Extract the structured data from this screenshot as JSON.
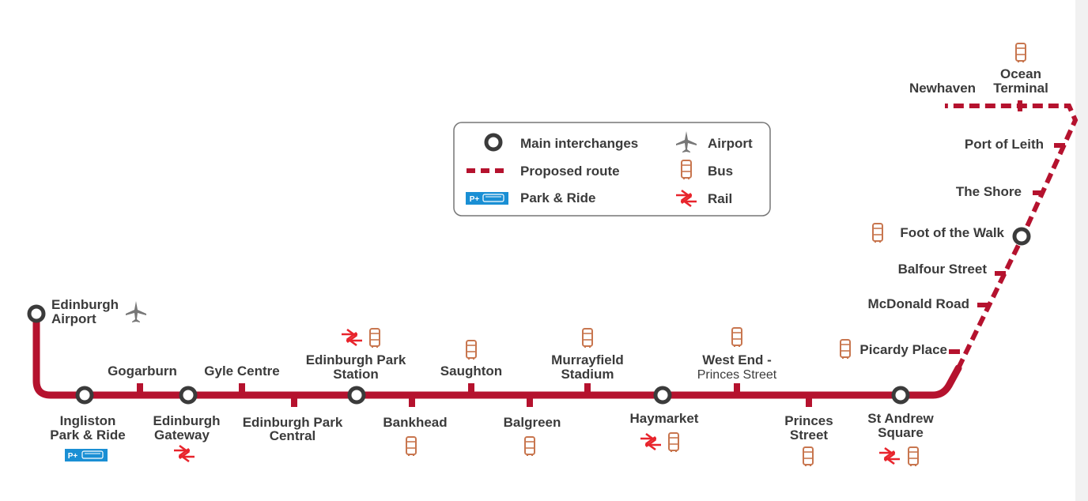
{
  "colors": {
    "line": "#b5122e",
    "bus": "#c8764f",
    "rail": "#e8242c",
    "park_ride": "#1a8fd4",
    "interchange": "#3b3b3b",
    "airport": "#6b6b6b"
  },
  "legend": {
    "main_interchanges": "Main interchanges",
    "proposed_route": "Proposed route",
    "park_ride": "Park & Ride",
    "airport": "Airport",
    "bus": "Bus",
    "rail": "Rail"
  },
  "park_ride_badge": "P+",
  "stops": {
    "edinburgh_airport": [
      "Edinburgh",
      "Airport"
    ],
    "ingliston": [
      "Ingliston",
      "Park & Ride"
    ],
    "gogarburn": "Gogarburn",
    "edinburgh_gateway": [
      "Edinburgh",
      "Gateway"
    ],
    "gyle_centre": "Gyle Centre",
    "edinburgh_park_central": [
      "Edinburgh Park",
      "Central"
    ],
    "edinburgh_park_station": [
      "Edinburgh Park",
      "Station"
    ],
    "bankhead": "Bankhead",
    "saughton": "Saughton",
    "balgreen": "Balgreen",
    "murrayfield": [
      "Murrayfield",
      "Stadium"
    ],
    "haymarket": "Haymarket",
    "west_end": [
      "West End -",
      "Princes Street"
    ],
    "princes_street": [
      "Princes",
      "Street"
    ],
    "st_andrew_square": [
      "St Andrew",
      "Square"
    ],
    "picardy_place": "Picardy Place",
    "mcdonald_road": "McDonald Road",
    "balfour_street": "Balfour Street",
    "foot_of_the_walk": "Foot of the Walk",
    "the_shore": "The Shore",
    "port_of_leith": "Port of Leith",
    "newhaven": "Newhaven",
    "ocean_terminal": [
      "Ocean",
      "Terminal"
    ]
  }
}
